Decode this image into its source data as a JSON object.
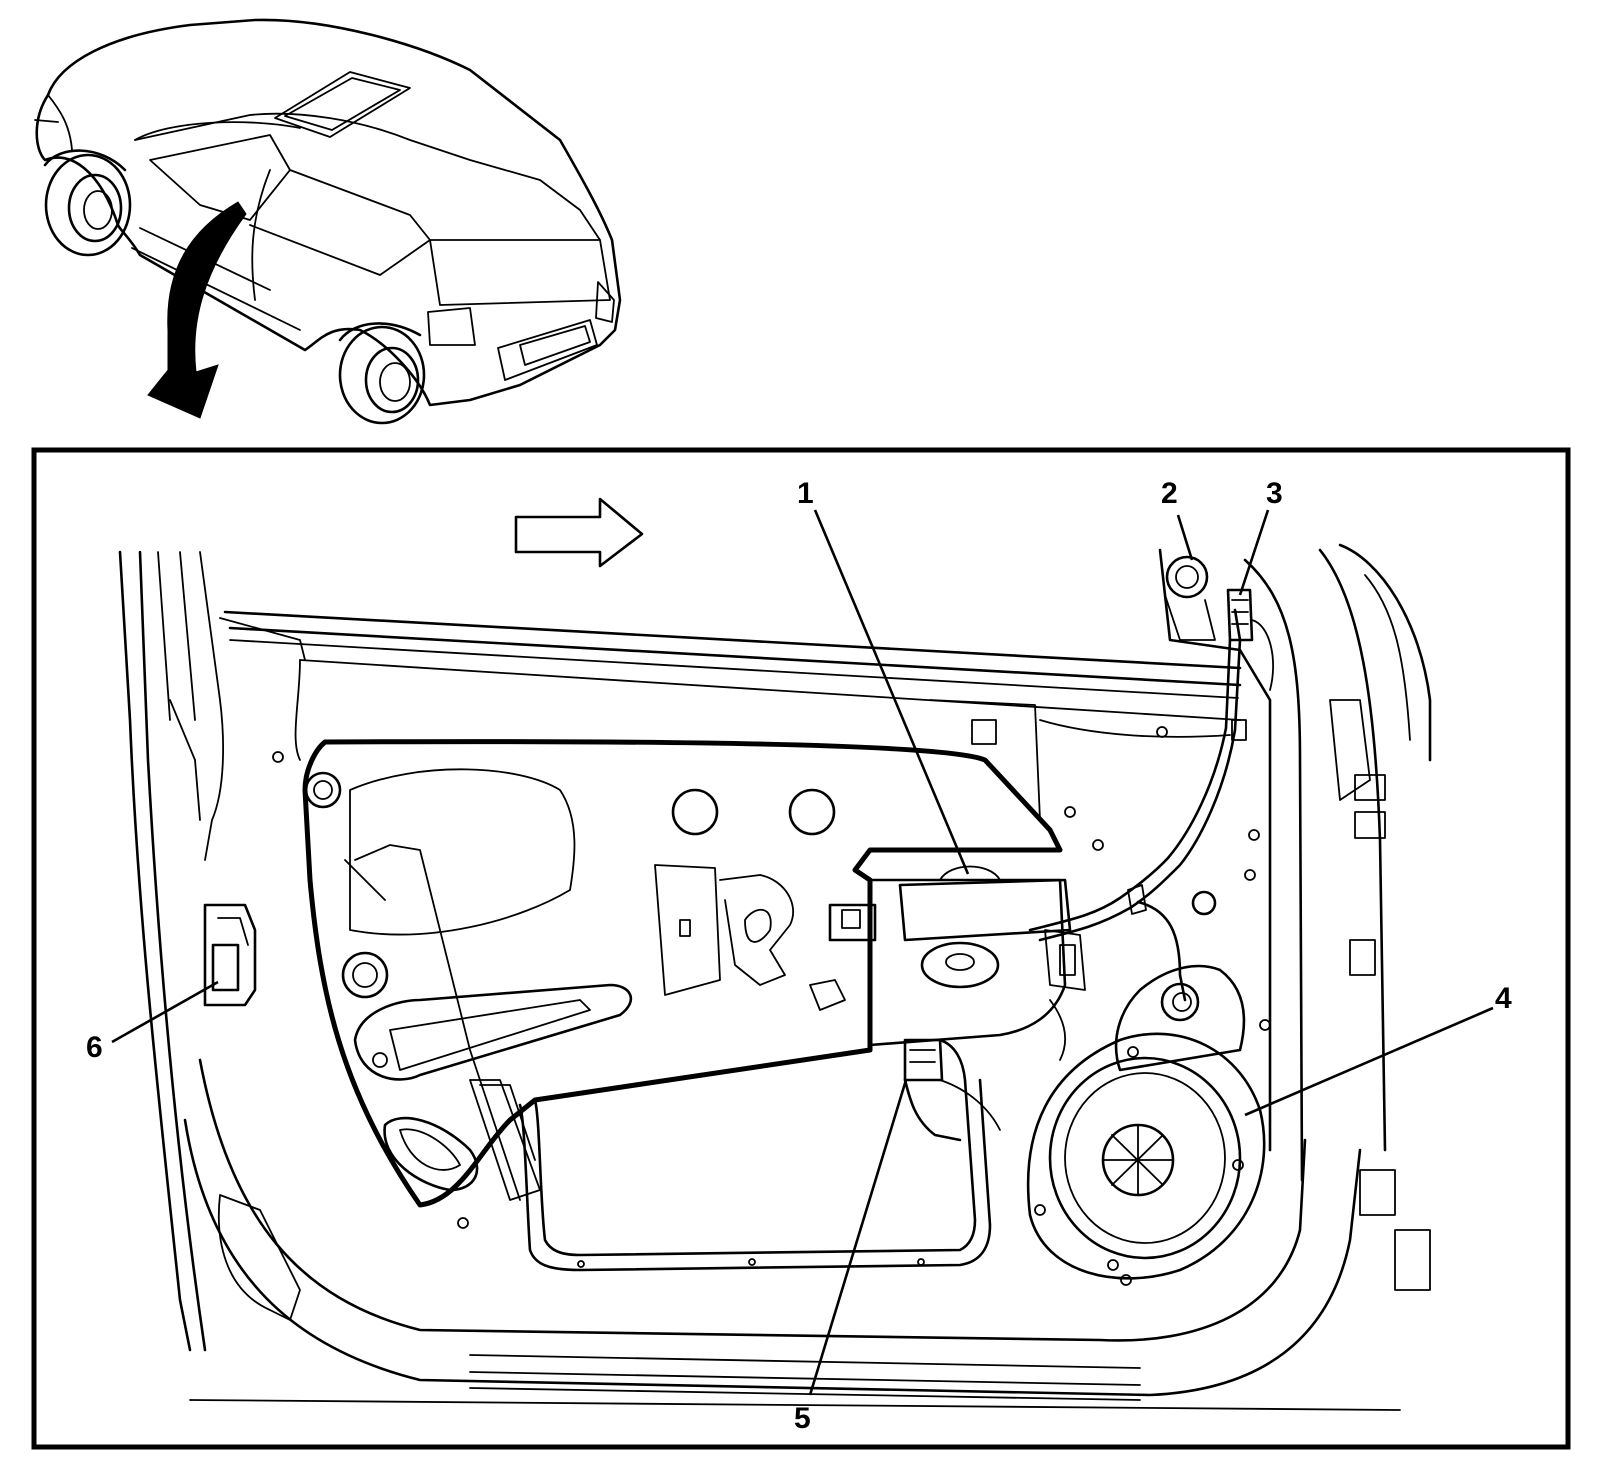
{
  "figure": {
    "overview_view": "vehicle-rear-three-quarter",
    "detail_view": "front-door-inner-panel",
    "colors": {
      "line": "#000000",
      "background": "#ffffff",
      "fill": "#ffffff"
    },
    "direction_arrow": "forward-arrow-icon"
  },
  "callouts": [
    {
      "id": "1",
      "label": "1"
    },
    {
      "id": "2",
      "label": "2"
    },
    {
      "id": "3",
      "label": "3"
    },
    {
      "id": "4",
      "label": "4"
    },
    {
      "id": "5",
      "label": "5"
    },
    {
      "id": "6",
      "label": "6"
    }
  ]
}
